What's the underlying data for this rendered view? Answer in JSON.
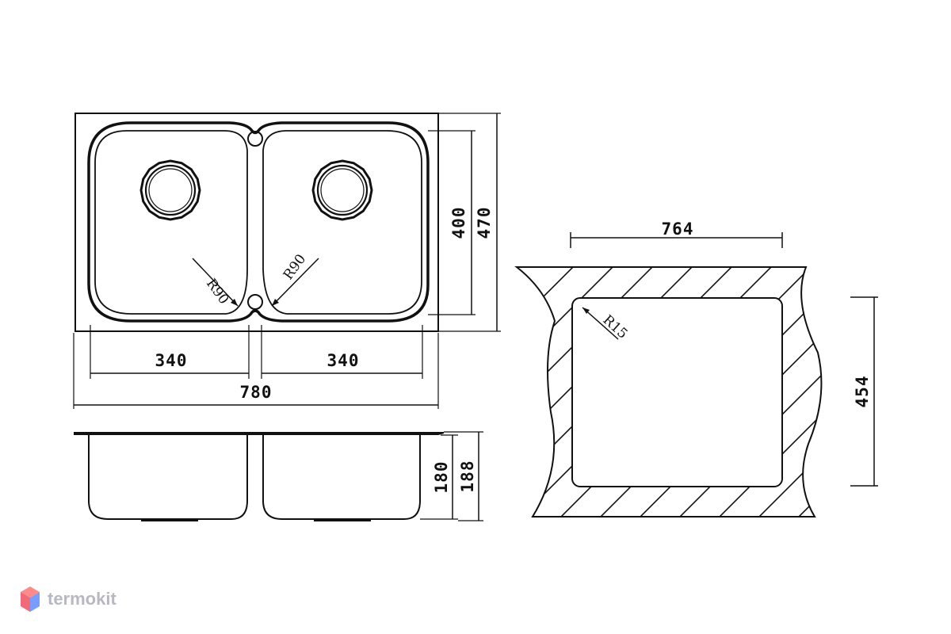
{
  "top_view": {
    "bowl_width_left": "340",
    "bowl_width_right": "340",
    "overall_width": "780",
    "bowl_depth": "400",
    "overall_depth": "470",
    "radius_left": "R90",
    "radius_right": "R90"
  },
  "side_view": {
    "bowl_height": "180",
    "overall_height": "188"
  },
  "cutout_view": {
    "width": "764",
    "height": "454",
    "corner_radius": "R15"
  },
  "brand": {
    "name": "termokit",
    "icon": "hexagon-cube-icon",
    "colors": {
      "top": "#ff8a8a",
      "left": "#f06a78",
      "right": "#7a9cff"
    }
  }
}
